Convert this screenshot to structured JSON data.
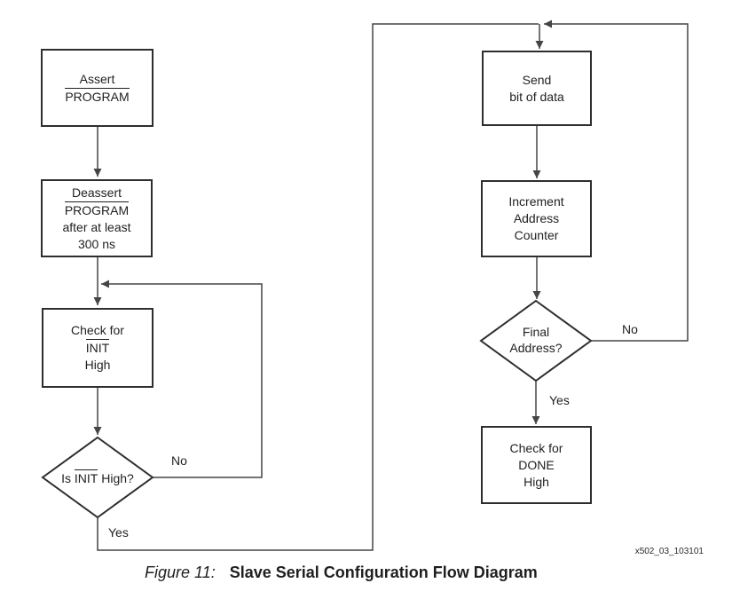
{
  "nodes": {
    "assert_program": {
      "line1": "Assert",
      "line2_overline": "PROGRAM"
    },
    "deassert_program": {
      "line1": "Deassert",
      "line2_overline": "PROGRAM",
      "line3": "after at least",
      "line4": "300 ns"
    },
    "check_init": {
      "line1": "Check for",
      "line2_overline": "INIT",
      "line3": "High"
    },
    "is_init_high": {
      "pre": "Is ",
      "overline": "INIT",
      "post": " High?"
    },
    "send_bit": {
      "line1": "Send",
      "line2": "bit of data"
    },
    "increment_counter": {
      "line1": "Increment",
      "line2": "Address",
      "line3": "Counter"
    },
    "final_address": {
      "line1": "Final",
      "line2": "Address?"
    },
    "check_done": {
      "line1": "Check for",
      "line2": "DONE",
      "line3": "High"
    }
  },
  "edge_labels": {
    "init_no": "No",
    "init_yes": "Yes",
    "final_no": "No",
    "final_yes": "Yes"
  },
  "footer": {
    "watermark": "x502_03_103101",
    "caption_figure": "Figure 11:",
    "caption_title": "Slave Serial Configuration Flow Diagram"
  },
  "colors": {
    "connector_line": "#454545",
    "box_border": "#2e2e2e",
    "text": "#1f1f1f",
    "background": "#ffffff"
  }
}
